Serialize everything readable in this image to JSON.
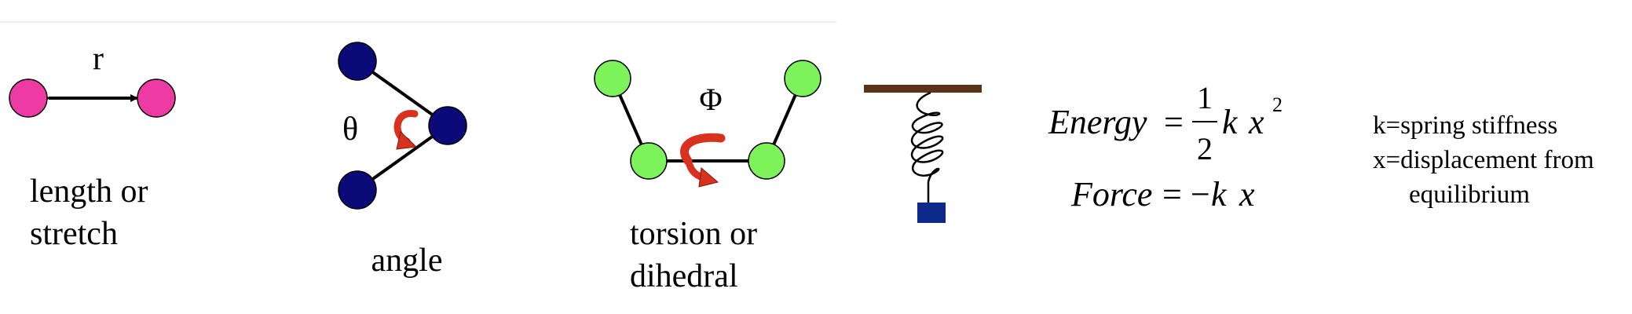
{
  "colors": {
    "magenta_atom": "#ee3ba3",
    "navy_atom": "#0a0a78",
    "green_atom": "#7cf35a",
    "red_arrow": "#d8321e",
    "ceiling": "#5a3216",
    "spring_mass": "#0d2a8a",
    "line": "#000000"
  },
  "stretch": {
    "symbol": "r",
    "caption_line1": "length or",
    "caption_line2": "stretch"
  },
  "angle": {
    "symbol": "θ",
    "caption": "angle"
  },
  "torsion": {
    "symbol": "Φ",
    "caption_line1": "torsion or",
    "caption_line2": "dihedral"
  },
  "spring": {
    "mass_icon": "square-mass"
  },
  "equations": {
    "energy_lhs": "Energy",
    "equals": "=",
    "numerator": "1",
    "denominator": "2",
    "k": "k",
    "x": "x",
    "exponent": "2",
    "force_lhs": "Force",
    "minus": "−"
  },
  "legend": {
    "line1": "k=spring stiffness",
    "line2": "x=displacement from",
    "line3": "equilibrium"
  }
}
